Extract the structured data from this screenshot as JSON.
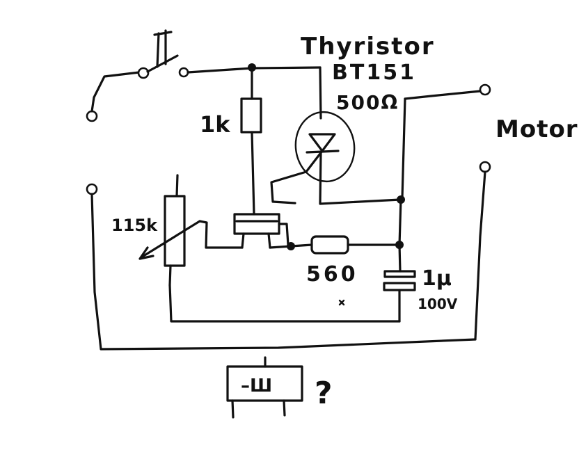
{
  "labels": {
    "switch": "⊤",
    "thyristor_name": "Thyristor",
    "thyristor_part": "BT151",
    "thyristor_rating": "500Ω",
    "resistor_1k": "1k",
    "pot_value": "115k",
    "resistor_560": "560",
    "capacitor_value": "1μ",
    "capacitor_voltage": "100V",
    "motor": "Motor",
    "question": "?",
    "component_marking": "–Ш"
  },
  "colors": {
    "ink": "#111111",
    "paper": "#ffffff"
  }
}
